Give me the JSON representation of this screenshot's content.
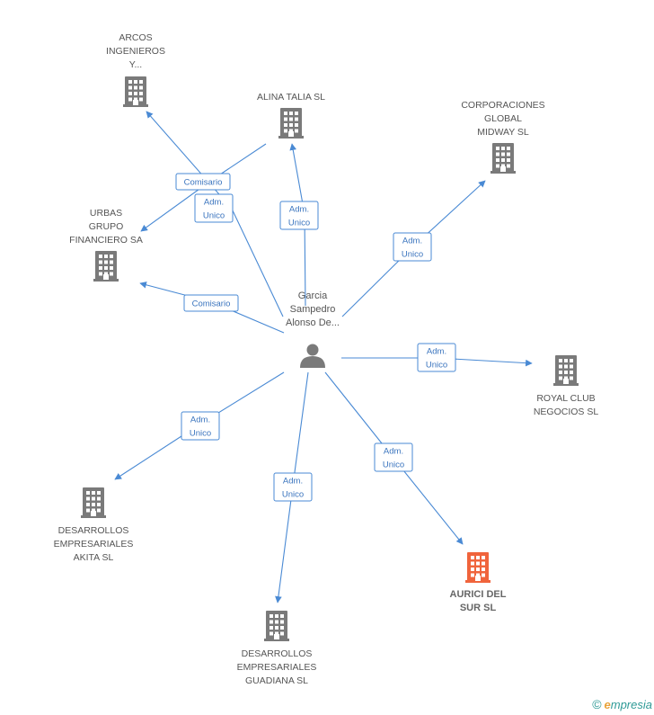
{
  "center": {
    "label_lines": [
      "Garcia",
      "Sampedro",
      "Alonso De..."
    ]
  },
  "companies": [
    {
      "id": "arcos",
      "label_lines": [
        "ARCOS",
        "INGENIEROS",
        "Y..."
      ],
      "highlight": false
    },
    {
      "id": "alina",
      "label_lines": [
        "ALINA TALIA SL"
      ],
      "highlight": false
    },
    {
      "id": "corporaciones",
      "label_lines": [
        "CORPORACIONES",
        "GLOBAL",
        "MIDWAY SL"
      ],
      "highlight": false
    },
    {
      "id": "urbas",
      "label_lines": [
        "URBAS",
        "GRUPO",
        "FINANCIERO SA"
      ],
      "highlight": false
    },
    {
      "id": "royal",
      "label_lines": [
        "ROYAL CLUB",
        "NEGOCIOS  SL"
      ],
      "highlight": false
    },
    {
      "id": "akita",
      "label_lines": [
        "DESARROLLOS",
        "EMPRESARIALES",
        "AKITA  SL"
      ],
      "highlight": false
    },
    {
      "id": "guadiana",
      "label_lines": [
        "DESARROLLOS",
        "EMPRESARIALES",
        "GUADIANA SL"
      ],
      "highlight": false
    },
    {
      "id": "aurici",
      "label_lines": [
        "AURICI DEL",
        "SUR SL"
      ],
      "highlight": true
    }
  ],
  "relations": [
    {
      "target": "arcos",
      "label_lines": [
        "Adm.",
        "Unico"
      ]
    },
    {
      "target": "urbas",
      "label_lines": [
        "Comisario"
      ],
      "via_alina": true
    },
    {
      "target": "alina",
      "label_lines": [
        "Adm.",
        "Unico"
      ]
    },
    {
      "target": "corporaciones",
      "label_lines": [
        "Adm.",
        "Unico"
      ]
    },
    {
      "target": "urbas",
      "label_lines": [
        "Comisario"
      ]
    },
    {
      "target": "royal",
      "label_lines": [
        "Adm.",
        "Unico"
      ]
    },
    {
      "target": "akita",
      "label_lines": [
        "Adm.",
        "Unico"
      ]
    },
    {
      "target": "guadiana",
      "label_lines": [
        "Adm.",
        "Unico"
      ]
    },
    {
      "target": "aurici",
      "label_lines": [
        "Adm.",
        "Unico"
      ]
    }
  ],
  "footer": {
    "copyright": "©",
    "brand_initial": "e",
    "brand_rest": "mpresia"
  },
  "colors": {
    "edge": "#4a8ad4",
    "building": "#7a7a7a",
    "building_highlight": "#f0643c"
  }
}
